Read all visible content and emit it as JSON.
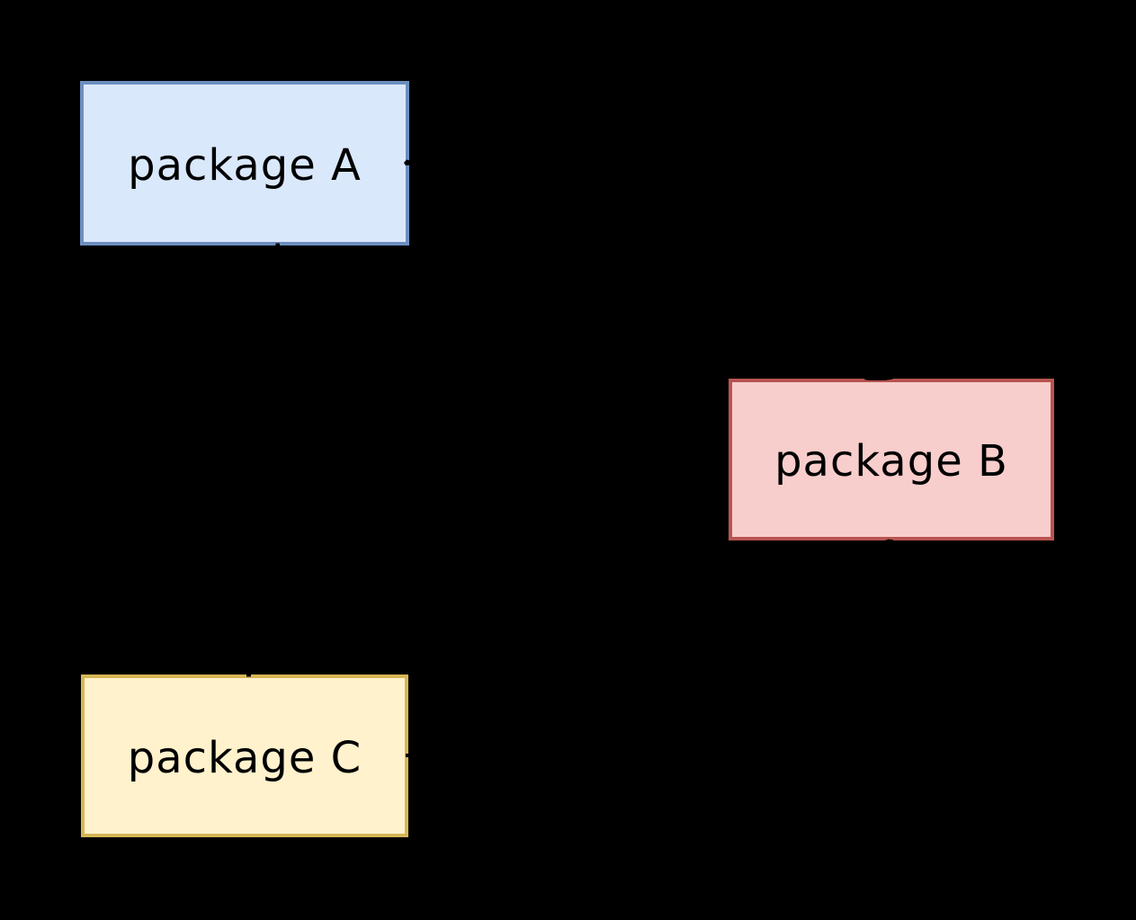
{
  "diagram": {
    "background_color": "#000000",
    "edge_color": "#000000",
    "nodes": [
      {
        "id": "A",
        "label": "package A",
        "fill": "#dae8fc",
        "stroke": "#6c8ebf"
      },
      {
        "id": "B",
        "label": "package B",
        "fill": "#f8cecc",
        "stroke": "#b85450"
      },
      {
        "id": "C",
        "label": "package C",
        "fill": "#fff2cc",
        "stroke": "#d6b656"
      }
    ],
    "edges": [
      {
        "from": "A",
        "to": "B"
      },
      {
        "from": "A",
        "to": "C"
      },
      {
        "from": "C",
        "to": "B"
      }
    ]
  }
}
